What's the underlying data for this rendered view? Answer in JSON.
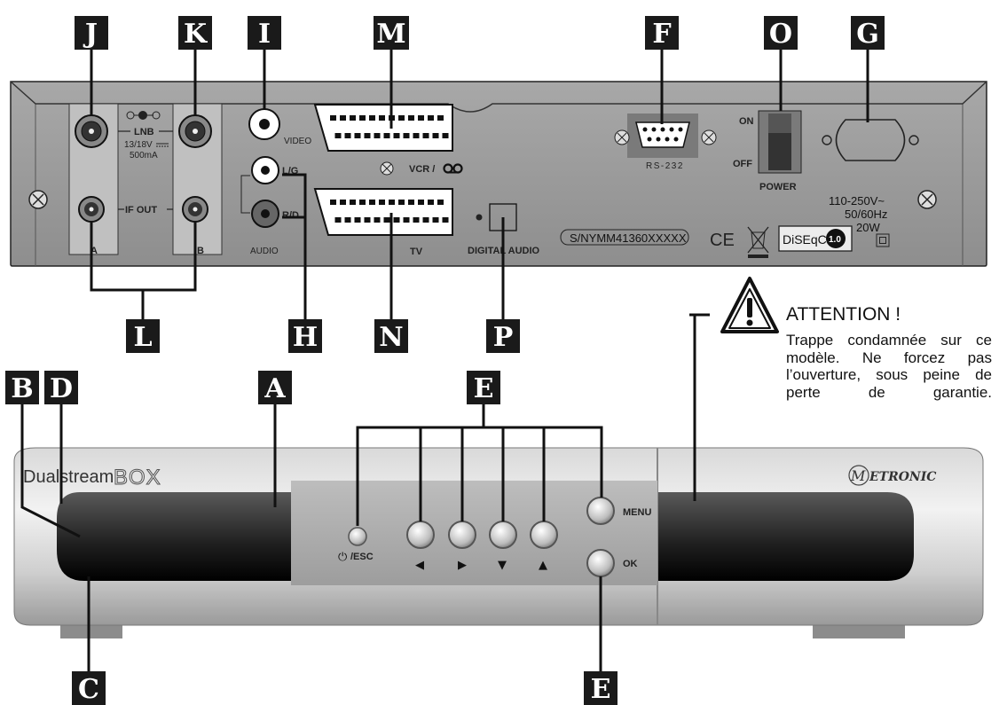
{
  "rear_panel": {
    "lnb": "LNB",
    "lnb_spec_1": "13/18V",
    "lnb_spec_2": "500mA",
    "if_out": "IF OUT",
    "tuner_a": "A",
    "tuner_b": "B",
    "video": "VIDEO",
    "audio_lg": "L/G",
    "audio_rd": "R/D",
    "audio": "AUDIO",
    "vcr": "VCR /",
    "tv": "TV",
    "digital_audio": "DIGITAL AUDIO",
    "rs232": "RS-232",
    "on": "ON",
    "off": "OFF",
    "power": "POWER",
    "voltage": "110-250V~",
    "frequency": "50/60Hz",
    "wattage": "20W",
    "serial": "S/NYMM41360XXXXX",
    "ce_mark": "CE",
    "diseqc": "DiSEqC",
    "diseqc_version": "1.0"
  },
  "front_panel": {
    "brand_left": "Dualstream",
    "brand_box": "BOX",
    "brand_right": "ETRONIC",
    "brand_m": "M",
    "esc": "/ESC",
    "menu": "MENU",
    "ok": "OK",
    "arrow_left": "◀",
    "arrow_right": "▶",
    "arrow_down": "▼",
    "arrow_up": "▲",
    "power_symbol": "⏻"
  },
  "labels": {
    "J": "J",
    "K": "K",
    "I": "I",
    "M": "M",
    "F": "F",
    "O": "O",
    "G": "G",
    "L": "L",
    "H": "H",
    "N": "N",
    "P": "P",
    "B": "B",
    "D": "D",
    "A": "A",
    "E_top": "E",
    "E_bottom": "E",
    "C": "C"
  },
  "warning": {
    "title": "ATTENTION !",
    "body": "Trappe condamnée sur ce modèle. Ne forcez pas l’ouverture, sous peine de perte de garantie."
  }
}
